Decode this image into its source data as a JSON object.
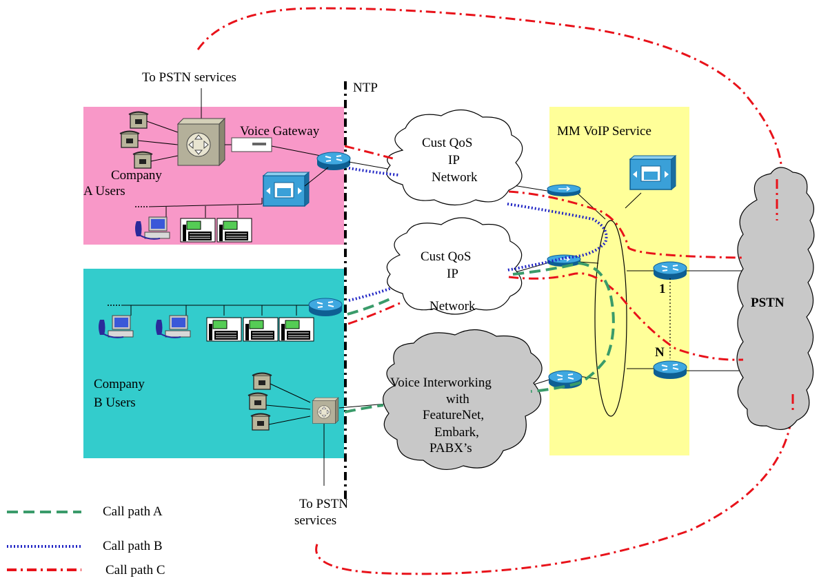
{
  "labels": {
    "pstn_services_top": "To PSTN services",
    "ntp": "NTP",
    "voice_gateway": "Voice Gateway",
    "company_a_line1": "Company",
    "company_a_line2": "A Users",
    "company_b_line1": "Company",
    "company_b_line2": "B Users",
    "cloud_upper": [
      "Cust QoS",
      "IP",
      "Network"
    ],
    "cloud_middle": [
      "Cust QoS",
      "IP",
      "Network"
    ],
    "cloud_voice": [
      "Voice Interworking",
      "with",
      "FeatureNet,",
      "Embark,",
      "PABX’s"
    ],
    "mm_voip_service": "MM  VoIP Service",
    "pstn": "PSTN",
    "gateway_1": "1",
    "gateway_n": "N",
    "pstn_services_bottom_line1": "To PSTN",
    "pstn_services_bottom_line2": "services"
  },
  "legend": [
    {
      "label": "Call path A",
      "color": "#3a9b6a",
      "style": "dashed"
    },
    {
      "label": "Call path B",
      "color": "#1f24c4",
      "style": "dotted"
    },
    {
      "label": "Call path C",
      "color": "#e8121a",
      "style": "dash-dot"
    }
  ],
  "colors": {
    "company_a_bg": "#f898c8",
    "company_b_bg": "#33cccc",
    "mm_voip_bg": "#ffff99",
    "pstn_cloud": "#c8c8c8",
    "router": "#1a8cc8"
  }
}
